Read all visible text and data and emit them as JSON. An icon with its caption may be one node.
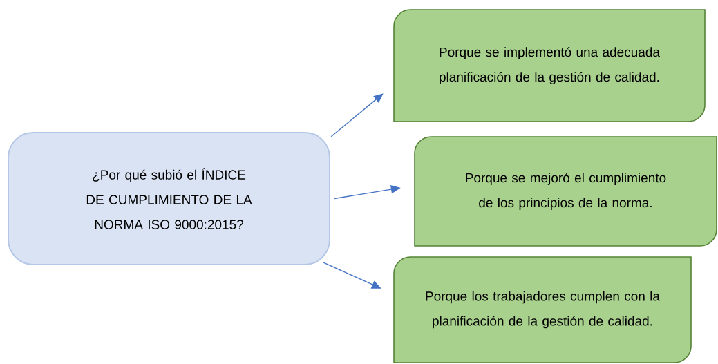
{
  "diagram": {
    "nodes": [
      {
        "text": [
          "¿Por qué subió el ÍNDICE DE CUMPLIMIENTO DE LA NORMA ISO 9000:2015?"
        ]
      },
      {
        "text": [
          "Porque se implementó una adecuada planificación de la gestión de calidad."
        ]
      },
      {
        "text": [
          "Porque se mejoró el cumplimiento de los principios de la norma."
        ]
      },
      {
        "text": [
          "Porque los trabajadores cumplen con la planificación de la gestión de calidad."
        ]
      }
    ],
    "edges": [
      {
        "from": 0,
        "to": 1,
        "arrow": "to"
      },
      {
        "from": 0,
        "to": 2,
        "arrow": "to"
      },
      {
        "from": 0,
        "to": 3,
        "arrow": "to"
      }
    ]
  }
}
